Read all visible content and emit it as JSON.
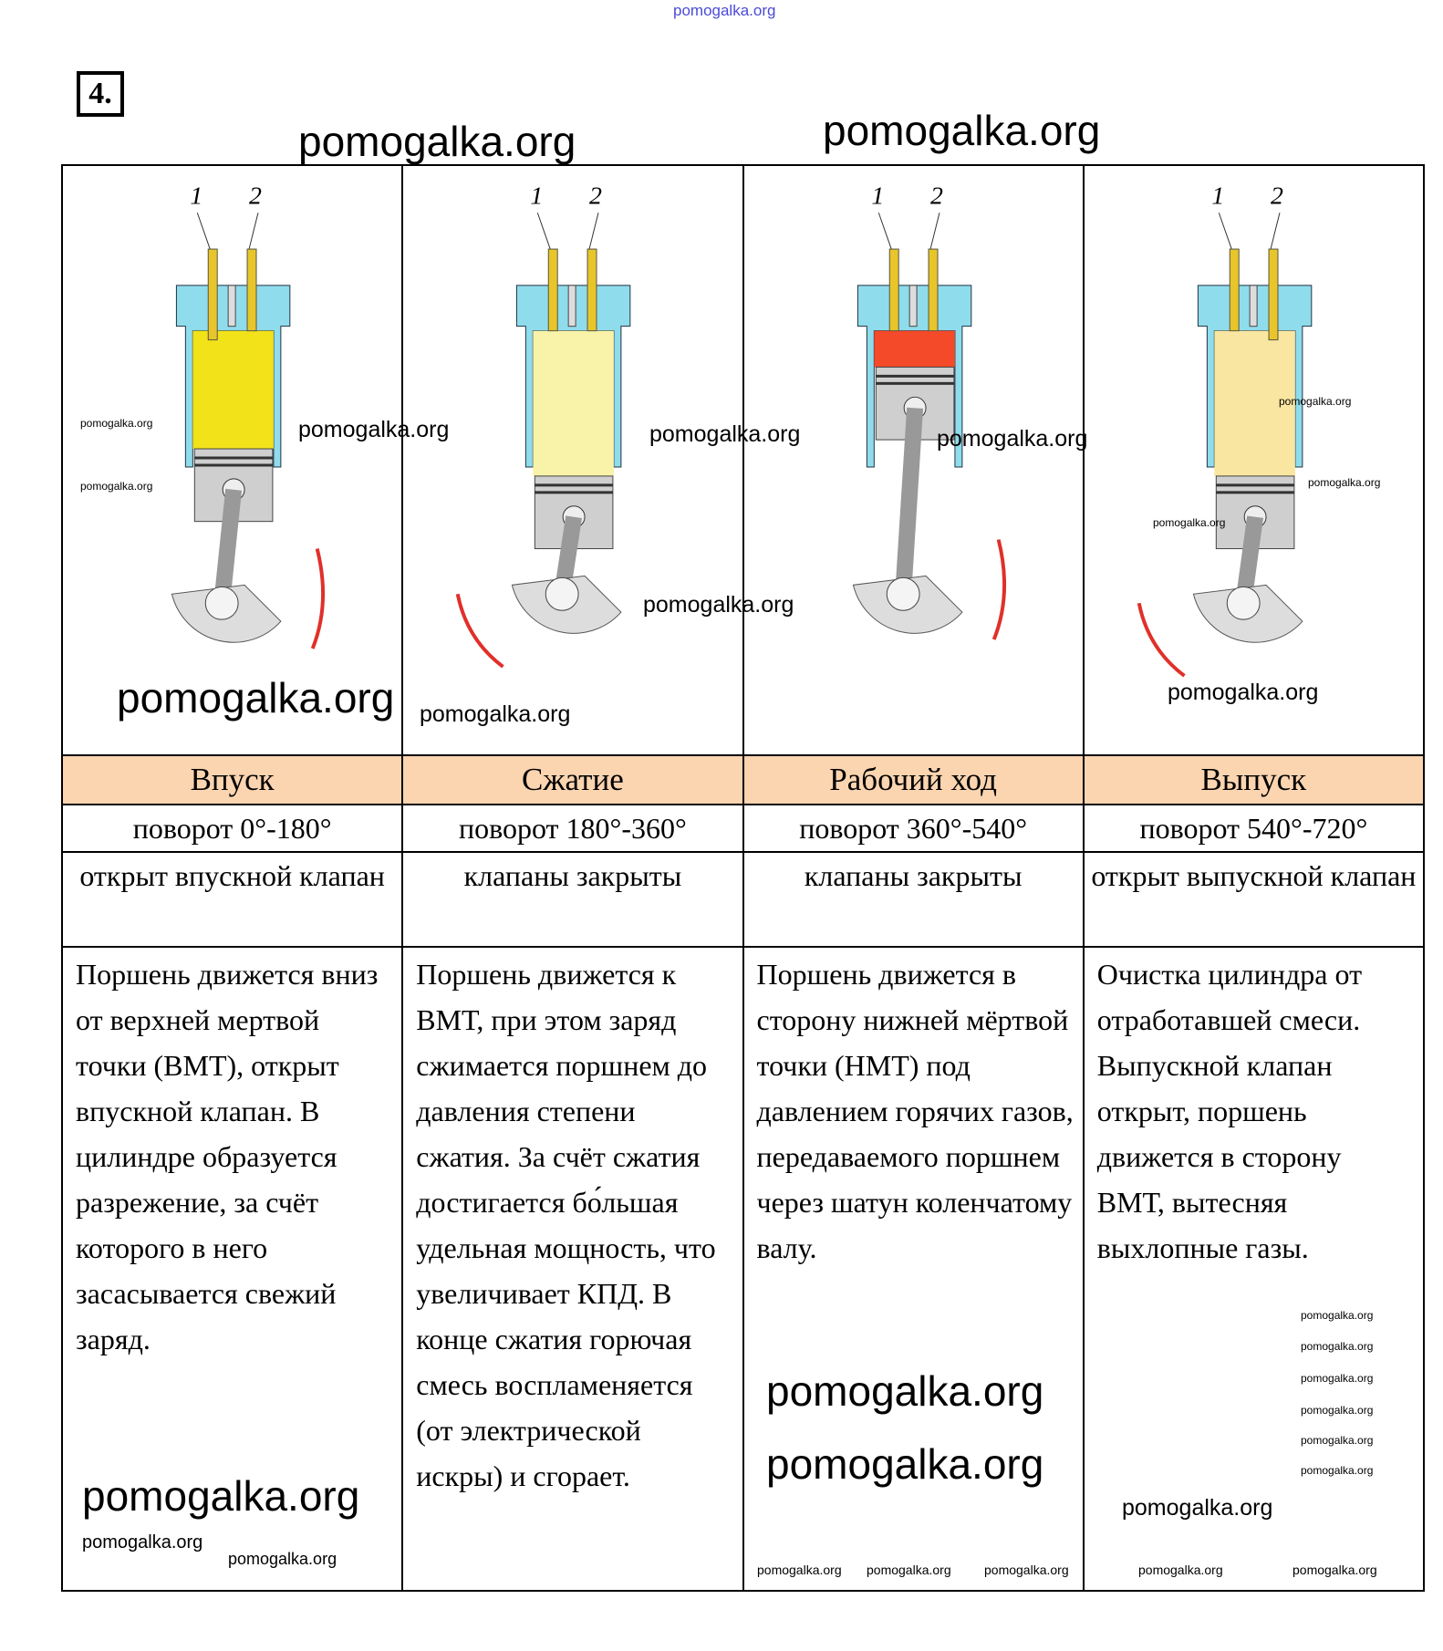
{
  "task_number": "4.",
  "top_watermark": "pomogalka.org",
  "watermark": "pomogalka.org",
  "strokes": [
    {
      "name": "Впуск",
      "rotation": "поворот 0°-180°",
      "valves": "открыт впускной клапан",
      "description": "Поршень движется вниз от верхней мертвой точки (ВМТ), открыт впускной клапан. В цилиндре образуется разрежение, за счёт которого в него засасывается свежий заряд.",
      "labels": [
        "1",
        "2"
      ],
      "fill": "#f2e21a"
    },
    {
      "name": "Сжатие",
      "rotation": "поворот 180°-360°",
      "valves": "клапаны закрыты",
      "description": "Поршень движется к ВМТ, при этом заряд сжимается поршнем до давления степени сжатия. За счёт сжатия достигается бо́льшая удельная мощность, что увеличивает КПД. В конце сжатия горючая смесь воспламеняется (от электрической искры) и сгорает.",
      "labels": [
        "1",
        "2"
      ],
      "fill": "#f8f3a8"
    },
    {
      "name": "Рабочий ход",
      "rotation": "поворот 360°-540°",
      "valves": "клапаны закрыты",
      "description": "Поршень движется в сторону нижней мёртвой точки (НМТ) под давлением горячих газов, передаваемого поршнем через шатун коленчатому валу.",
      "labels": [
        "1",
        "2"
      ],
      "fill": "#f44a2a"
    },
    {
      "name": "Выпуск",
      "rotation": "поворот 540°-720°",
      "valves": "открыт выпускной клапан",
      "description": "Очистка цилиндра от отработавшей смеси. Выпускной клапан открыт, поршень движется в сторону ВМТ, вытесняя выхлопные газы.",
      "labels": [
        "1",
        "2"
      ],
      "fill": "#f9e6a0"
    }
  ],
  "colors": {
    "header": "#fbd4b0",
    "head": "#8fdcec",
    "arrow": "#e0302a"
  }
}
